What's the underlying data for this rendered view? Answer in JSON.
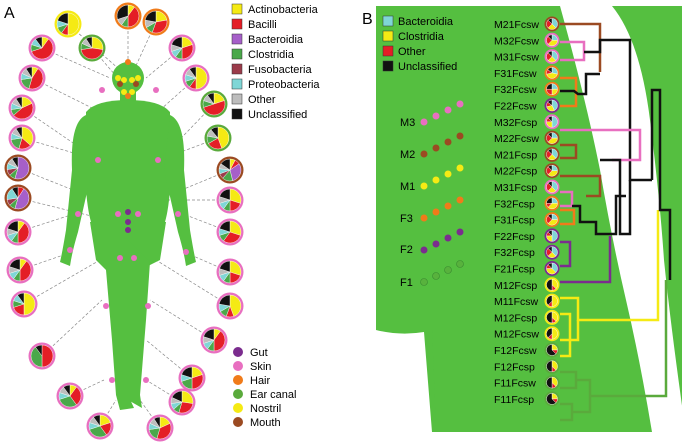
{
  "panel_a": {
    "label": "A",
    "legend_taxa": [
      {
        "name": "Actinobacteria",
        "color": "#f5ea14"
      },
      {
        "name": "Bacilli",
        "color": "#e41e26"
      },
      {
        "name": "Bacteroidia",
        "color": "#a65fc9"
      },
      {
        "name": "Clostridia",
        "color": "#4aa84a"
      },
      {
        "name": "Fusobacteria",
        "color": "#9b3b4a"
      },
      {
        "name": "Proteobacteria",
        "color": "#7fd6d6"
      },
      {
        "name": "Other",
        "color": "#bdbdbd"
      },
      {
        "name": "Unclassified",
        "color": "#111111"
      }
    ],
    "legend_sites": [
      {
        "name": "Gut",
        "color": "#7b2c8e"
      },
      {
        "name": "Skin",
        "color": "#e86fc0"
      },
      {
        "name": "Hair",
        "color": "#f07b1a"
      },
      {
        "name": "Ear canal",
        "color": "#5aaa3c"
      },
      {
        "name": "Nostril",
        "color": "#f5ea14"
      },
      {
        "name": "Mouth",
        "color": "#9b4a22"
      }
    ]
  },
  "panel_b": {
    "label": "B",
    "legend_taxa": [
      {
        "name": "Bacteroidia",
        "color": "#7fd6d6"
      },
      {
        "name": "Clostridia",
        "color": "#f5ea14"
      },
      {
        "name": "Other",
        "color": "#e41e26"
      },
      {
        "name": "Unclassified",
        "color": "#111111"
      }
    ],
    "subjects": [
      "M3",
      "M2",
      "M1",
      "F3",
      "F2",
      "F1"
    ],
    "leaves": [
      "M21Fcsw",
      "M32Fcsw",
      "M31Fcsw",
      "F31Fcsw",
      "F32Fcsw",
      "F22Fcsw",
      "M32Fcsp",
      "M22Fcsw",
      "M21Fcsp",
      "M22Fcsp",
      "M31Fcsp",
      "F32Fcsp",
      "F31Fcsp",
      "F22Fcsp",
      "F32Fcsp",
      "F21Fcsp",
      "M12Fcsp",
      "M11Fcsw",
      "M12Fcsp",
      "M12Fcsw",
      "F12Fcsw",
      "F12Fcsp",
      "F11Fcsw",
      "F11Fcsp"
    ]
  }
}
